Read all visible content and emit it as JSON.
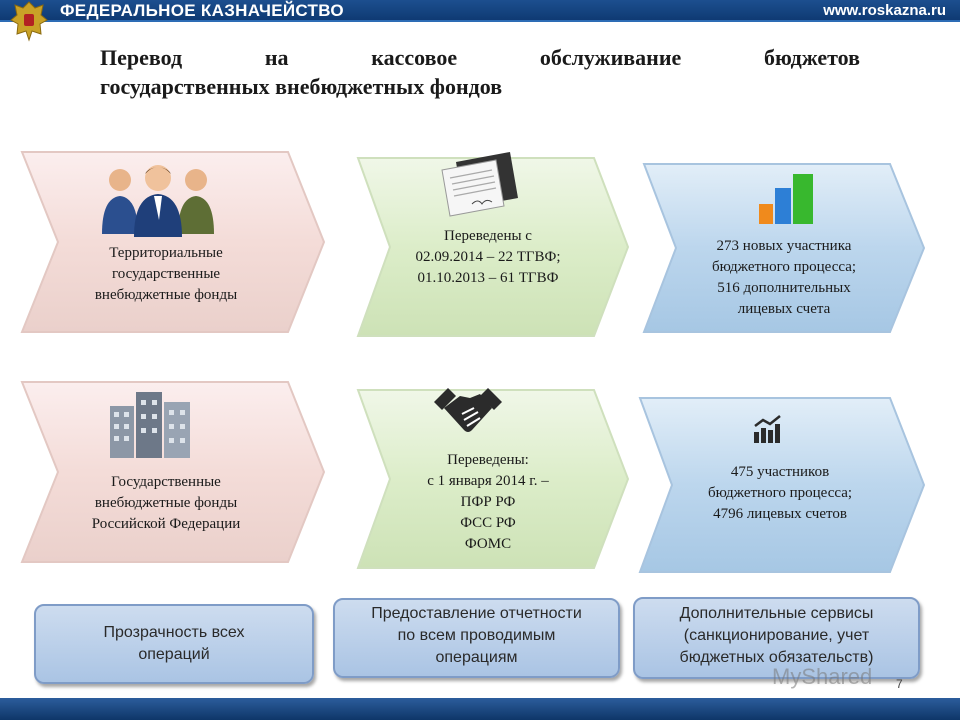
{
  "header": {
    "org_name": "ФЕДЕРАЛЬНОЕ КАЗНАЧЕЙСТВО",
    "site": "www.roskazna.ru"
  },
  "title": {
    "line1_words": [
      "Перевод",
      "на",
      "кассовое",
      "обслуживание",
      "бюджетов"
    ],
    "line2": "государственных внебюджетных фондов"
  },
  "row1": {
    "col1": [
      "Территориальные",
      "государственные",
      "внебюджетные фонды"
    ],
    "col2": [
      "Переведены с",
      "02.09.2014 – 22 ТГВФ;",
      "01.10.2013 – 61 ТГВФ"
    ],
    "col3": [
      "273 новых участника",
      "бюджетного процесса;",
      "516 дополнительных",
      "лицевых счета"
    ]
  },
  "row2": {
    "col1": [
      "Государственные",
      "внебюджетные фонды",
      "Российской Федерации"
    ],
    "col2": [
      "Переведены:",
      "с 1 января 2014 г. –",
      "ПФР РФ",
      "ФСС РФ",
      "ФОМС"
    ],
    "col3": [
      "475 участников",
      "бюджетного процесса;",
      "4796 лицевых счетов"
    ]
  },
  "pills": [
    [
      "Прозрачность всех",
      "операций"
    ],
    [
      "Предоставление отчетности",
      "по всем проводимым",
      "операциям"
    ],
    [
      "Дополнительные сервисы",
      "(санкционирование,  учет",
      "бюджетных обязательств)"
    ]
  ],
  "page_number": "7",
  "watermark": "MyShared",
  "colors": {
    "header": "#0f3a73",
    "pink": "#f4d9d6",
    "green": "#d9ebc6",
    "blue": "#b9d3ea",
    "pill": "#b8cde8"
  },
  "icons": [
    "emblem-icon",
    "people-icon",
    "documents-icon",
    "bar-chart-icon",
    "buildings-icon",
    "handshake-icon",
    "growth-chart-icon"
  ]
}
